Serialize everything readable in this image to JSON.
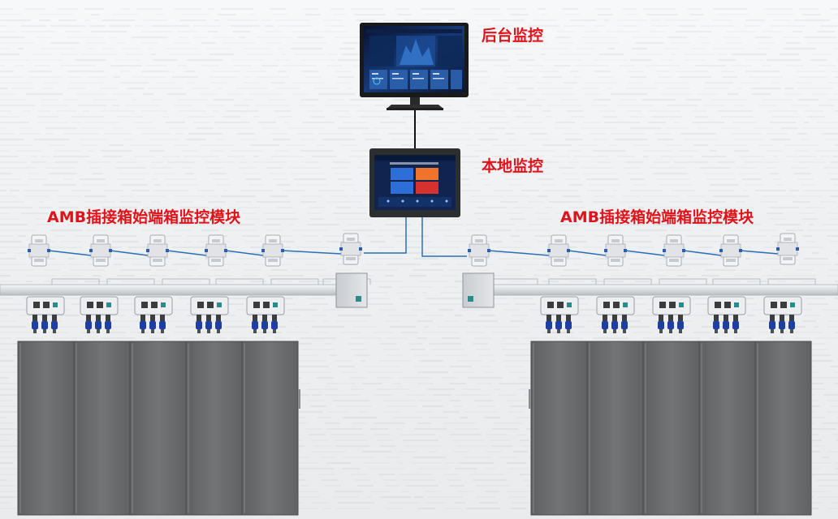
{
  "labels": {
    "backend_monitor": "后台监控",
    "local_monitor": "本地监控",
    "left_module_group": "AMB插接箱始端箱监控模块",
    "right_module_group": "AMB插接箱始端箱监控模块"
  },
  "colors": {
    "label_red": "#e0121a",
    "link_blue": "#2a6fb8",
    "cabinet_gray": "#6d6e70",
    "busway_light": "#dfe2e5",
    "plug_blue": "#1d3fa3"
  },
  "icons": {
    "backend": "desktop-monitor-icon",
    "local": "touch-panel-icon",
    "module": "din-rail-module-icon",
    "tapbox": "busway-tapbox-icon",
    "cabinet": "server-cabinet-icon"
  }
}
